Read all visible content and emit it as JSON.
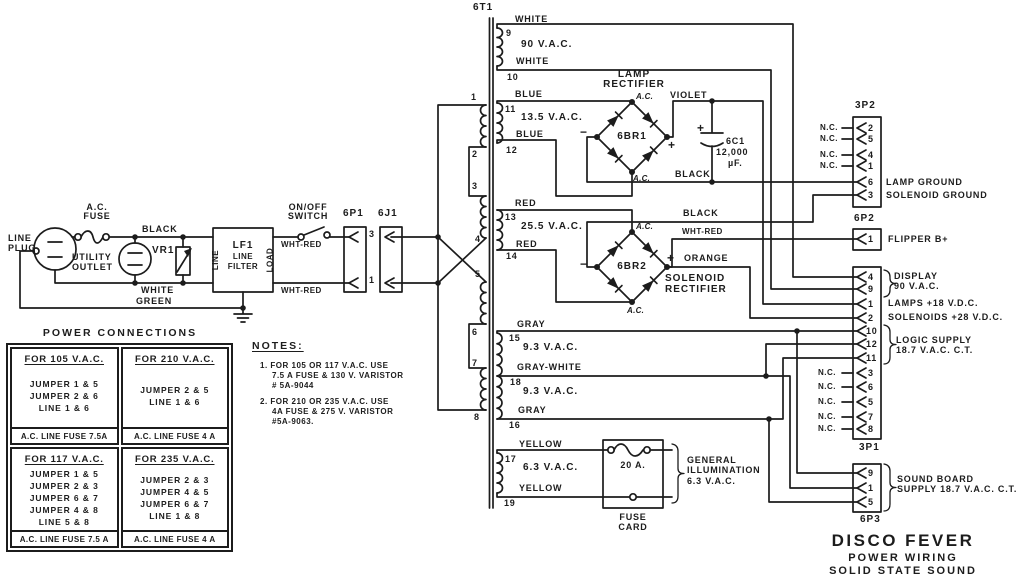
{
  "colors": {
    "ink": "#1c1c1c",
    "paper": "#ffffff"
  },
  "ac_input": {
    "line_plug": [
      "LINE",
      "PLUG"
    ],
    "ac_fuse": [
      "A.C.",
      "FUSE"
    ],
    "utility_outlet": [
      "UTILITY",
      "OUTLET"
    ],
    "varistor": "VR1",
    "wire_black": "BLACK",
    "wire_white": "WHITE",
    "wire_green": "GREEN",
    "line_filter": [
      "LF1",
      "LINE",
      "FILTER"
    ],
    "filter_line": "LINE",
    "filter_load": "LOAD",
    "switch": [
      "ON/OFF",
      "SWITCH"
    ],
    "wire_wht_red_top": "WHT-RED",
    "wire_wht_red_bottom": "WHT-RED",
    "conn_6p1": "6P1",
    "conn_6j1": "6J1",
    "pin_3": "3",
    "pin_1": "1"
  },
  "transformer": {
    "name": "6T1",
    "primary_taps": [
      "1",
      "2",
      "3",
      "4",
      "5",
      "6",
      "7",
      "8"
    ],
    "windings": {
      "w90": {
        "taps": [
          "9",
          "10"
        ],
        "wire_top": "WHITE",
        "wire_bottom": "WHITE",
        "volts": "90 V.A.C."
      },
      "w135": {
        "taps": [
          "11",
          "12"
        ],
        "wire_top": "BLUE",
        "wire_bottom": "BLUE",
        "volts": "13.5 V.A.C."
      },
      "w255": {
        "taps": [
          "13",
          "14"
        ],
        "wire_top": "RED",
        "wire_bottom": "RED",
        "volts": "25.5 V.A.C."
      },
      "w93": {
        "taps": [
          "15",
          "18",
          "16"
        ],
        "wire_top": "GRAY",
        "wire_center": "GRAY-WHITE",
        "wire_bottom": "GRAY",
        "volts_top": "9.3 V.A.C.",
        "volts_bottom": "9.3 V.A.C."
      },
      "w63": {
        "taps": [
          "17",
          "19"
        ],
        "wire_top": "YELLOW",
        "wire_bottom": "YELLOW",
        "volts": "6.3 V.A.C."
      }
    }
  },
  "lamp_rect": {
    "title": [
      "LAMP",
      "RECTIFIER"
    ],
    "name": "6BR1",
    "ac": "A.C.",
    "minus": "−",
    "plus": "+",
    "wire_violet": "VIOLET",
    "wire_black": "BLACK",
    "cap_plus": "+",
    "cap_name": "6C1",
    "cap_value": "12,000",
    "cap_unit": "µF."
  },
  "sol_rect": {
    "title": [
      "SOLENOID",
      "RECTIFIER"
    ],
    "name": "6BR2",
    "ac": "A.C.",
    "minus": "−",
    "plus": "+",
    "wire_black": "BLACK",
    "wire_wht_red": "WHT-RED",
    "wire_orange": "ORANGE"
  },
  "gi": {
    "fuse_rating": "20 A.",
    "fuse_card": [
      "FUSE",
      "CARD"
    ],
    "callout": [
      "GENERAL",
      "ILLUMINATION",
      "6.3 V.A.C."
    ]
  },
  "conn": {
    "c3p2": {
      "name": "3P2",
      "pins": [
        "2",
        "5",
        "4",
        "1",
        "6",
        "3"
      ],
      "nc": "N.C.",
      "lamp_ground": "LAMP GROUND",
      "solenoid_ground": "SOLENOID GROUND"
    },
    "c6p2": {
      "name": "6P2",
      "pin": "1",
      "label": "FLIPPER B+"
    },
    "c3p1": {
      "name": "3P1",
      "pins": [
        "4",
        "9",
        "1",
        "2",
        "10",
        "12",
        "11",
        "3",
        "6",
        "5",
        "7",
        "8"
      ],
      "nc": "N.C.",
      "display": [
        "DISPLAY",
        "90 V.A.C."
      ],
      "lamps": "LAMPS +18 V.D.C.",
      "solenoids": "SOLENOIDS +28 V.D.C.",
      "logic": [
        "LOGIC SUPPLY",
        "18.7 V.A.C. C.T."
      ]
    },
    "c6p3": {
      "name": "6P3",
      "pins": [
        "9",
        "1",
        "5"
      ],
      "label": [
        "SOUND BOARD",
        "SUPPLY 18.7 V.A.C. C.T."
      ]
    }
  },
  "power_table": {
    "title": "POWER CONNECTIONS",
    "cells": [
      {
        "header": "FOR 105 V.A.C.",
        "lines": [
          "JUMPER 1 & 5",
          "JUMPER 2 & 6",
          "LINE 1 & 6"
        ],
        "fuse": "A.C. LINE FUSE 7.5A"
      },
      {
        "header": "FOR 210 V.A.C.",
        "lines": [
          "JUMPER 2 & 5",
          "LINE 1 & 6"
        ],
        "fuse": "A.C. LINE FUSE 4 A"
      },
      {
        "header": "FOR 117 V.A.C.",
        "lines": [
          "JUMPER 1 & 5",
          "JUMPER 2 & 3",
          "JUMPER 6 & 7",
          "JUMPER 4 & 8",
          "LINE 5 & 8"
        ],
        "fuse": "A.C. LINE FUSE 7.5 A"
      },
      {
        "header": "FOR 235 V.A.C.",
        "lines": [
          "JUMPER 2 & 3",
          "JUMPER 4 & 5",
          "JUMPER 6 & 7",
          "LINE 1 & 8"
        ],
        "fuse": "A.C. LINE FUSE 4 A"
      }
    ]
  },
  "notes": {
    "title": "NOTES:",
    "items": [
      [
        "1. FOR 105 OR 117 V.A.C. USE",
        "7.5 A FUSE & 130 V. VARISTOR",
        "# 5A-9044"
      ],
      [
        "2. FOR 210 OR 235 V.A.C. USE",
        "4A FUSE & 275 V. VARISTOR",
        "#5A-9063."
      ]
    ]
  },
  "footer": {
    "title": "DISCO FEVER",
    "subtitle": "POWER WIRING",
    "subtitle2": "SOLID STATE SOUND"
  }
}
